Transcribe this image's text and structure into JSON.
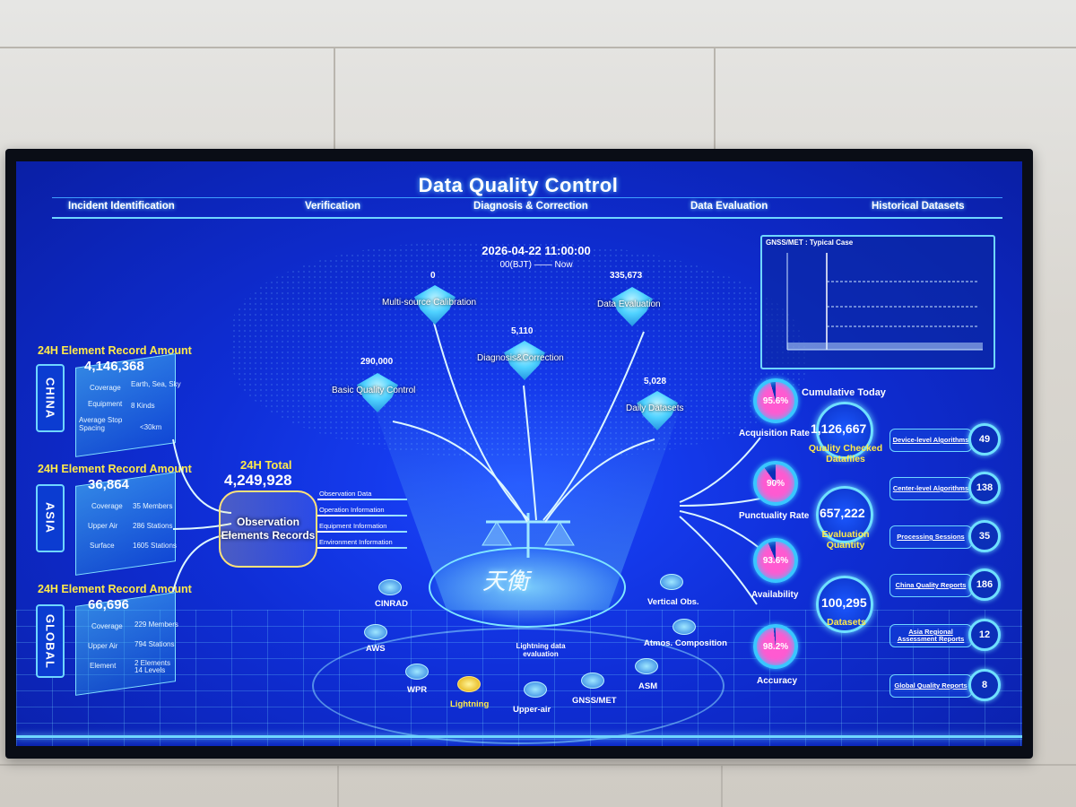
{
  "header": {
    "title": "Data Quality Control",
    "tabs": [
      {
        "label": "Incident Identification"
      },
      {
        "label": "Verification"
      },
      {
        "label": "Diagnosis & Correction"
      },
      {
        "label": "Data Evaluation"
      },
      {
        "label": "Historical Datasets"
      }
    ]
  },
  "time": {
    "datetime": "2026-04-22 11:00:00",
    "range": "00(BJT) —— Now"
  },
  "regions": [
    {
      "label": "24H Element Record Amount",
      "name": "CHINA",
      "value": "4,146,368",
      "rows": [
        {
          "key": "Coverage",
          "val": "Earth, Sea, Sky"
        },
        {
          "key": "Equipment",
          "val": "8 Kinds"
        },
        {
          "key": "Average Stop Spacing",
          "val": "<30km"
        }
      ]
    },
    {
      "label": "24H Element Record Amount",
      "name": "ASIA",
      "value": "36,864",
      "rows": [
        {
          "key": "Coverage",
          "val": "35 Members"
        },
        {
          "key": "Upper Air",
          "val": "286 Stations"
        },
        {
          "key": "Surface",
          "val": "1605 Stations"
        }
      ]
    },
    {
      "label": "24H Element Record Amount",
      "name": "GLOBAL",
      "value": "66,696",
      "rows": [
        {
          "key": "Coverage",
          "val": "229 Members"
        },
        {
          "key": "Upper Air",
          "val": "794 Stations"
        },
        {
          "key": "Element",
          "val": "2 Elements 14 Levels"
        }
      ]
    }
  ],
  "total": {
    "label": "24H Total",
    "value": "4,249,928",
    "cylinder": "Observation Elements Records",
    "flows": [
      "Observation Data",
      "Operation Information",
      "Equipment Information",
      "Environment Information"
    ]
  },
  "nodes": [
    {
      "value": "0",
      "label": "Multi-source Calibration"
    },
    {
      "value": "335,673",
      "label": "Data Evaluation"
    },
    {
      "value": "5,110",
      "label": "Diagnosis&Correction"
    },
    {
      "value": "290,000",
      "label": "Basic Quality Control"
    },
    {
      "value": "5,028",
      "label": "Daily Datasets"
    }
  ],
  "sources": [
    {
      "label": "CINRAD"
    },
    {
      "label": "AWS"
    },
    {
      "label": "WPR"
    },
    {
      "label": "Lightning"
    },
    {
      "label": "Upper-air"
    },
    {
      "label": "GNSS/MET"
    },
    {
      "label": "ASM"
    },
    {
      "label": "Atmos. Composition"
    },
    {
      "label": "Vertical Obs."
    },
    {
      "label": "Lightning data evaluation"
    }
  ],
  "chart": {
    "title": "GNSS/MET : Typical Case"
  },
  "gauges": [
    {
      "value": "95.6%",
      "label": "Acquisition Rate",
      "pct": 95.6
    },
    {
      "value": "90%",
      "label": "Punctuality Rate",
      "pct": 90
    },
    {
      "value": "93.6%",
      "label": "Availability",
      "pct": 93.6
    },
    {
      "value": "98.2%",
      "label": "Accuracy",
      "pct": 98.2
    }
  ],
  "cumulative": {
    "title": "Cumulative Today",
    "items": [
      {
        "value": "1,126,667",
        "label": "Quality Checked Datafiles"
      },
      {
        "value": "657,222",
        "label": "Evaluation Quantity"
      },
      {
        "value": "100,295",
        "label": "Datasets"
      }
    ]
  },
  "stats": [
    {
      "label": "Device-level Algorithms",
      "value": "49"
    },
    {
      "label": "Center-level Algorithms",
      "value": "138"
    },
    {
      "label": "Processing Sessions",
      "value": "35"
    },
    {
      "label": "China Quality Reports",
      "value": "186"
    },
    {
      "label": "Asia Regional Assessment Reports",
      "value": "12"
    },
    {
      "label": "Global Quality Reports",
      "value": "8"
    }
  ]
}
